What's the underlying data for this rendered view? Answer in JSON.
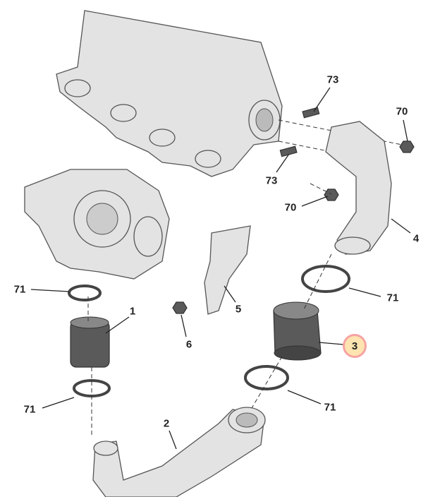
{
  "diagram": {
    "highlighted_part": "3",
    "highlight_colors": {
      "fill": "#fde4b0",
      "border": "#f7a3a3"
    },
    "callouts": [
      {
        "id": "73a",
        "label": "73"
      },
      {
        "id": "70a",
        "label": "70"
      },
      {
        "id": "73b",
        "label": "73"
      },
      {
        "id": "70b",
        "label": "70"
      },
      {
        "id": "4",
        "label": "4"
      },
      {
        "id": "71a",
        "label": "71"
      },
      {
        "id": "71b",
        "label": "71"
      },
      {
        "id": "1",
        "label": "1"
      },
      {
        "id": "5",
        "label": "5"
      },
      {
        "id": "6",
        "label": "6"
      },
      {
        "id": "3",
        "label": "3"
      },
      {
        "id": "71c",
        "label": "71"
      },
      {
        "id": "71d",
        "label": "71"
      },
      {
        "id": "2",
        "label": "2"
      }
    ]
  }
}
